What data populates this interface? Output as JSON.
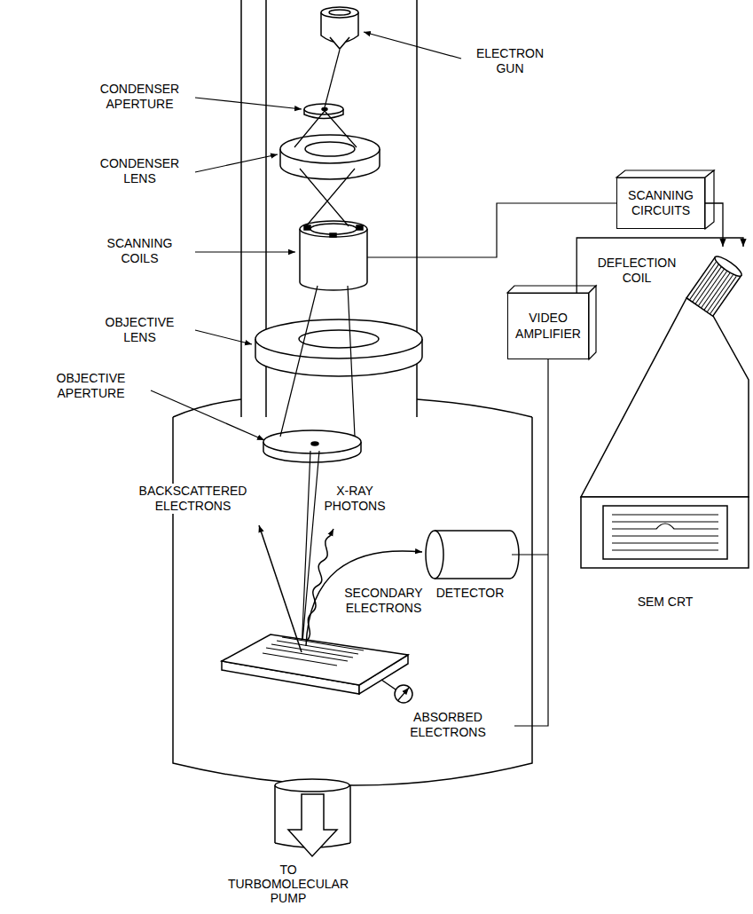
{
  "diagram": {
    "nodes": [
      {
        "text": [
          "SCANNING CIRCUITS"
        ]
      },
      {
        "text": [
          "VIDEO AMPLIFIER"
        ]
      },
      {
        "text": [
          "SEM CRT"
        ]
      }
    ],
    "edges": [
      {
        "from": 0,
        "to": 2,
        "arrow": "to"
      },
      {
        "from": 1,
        "to": 2,
        "arrow": "to"
      }
    ],
    "labels": [
      "ELECTRON GUN",
      "CONDENSER APERTURE",
      "CONDENSER LENS",
      "SCANNING COILS",
      "DEFLECTION COIL",
      "OBJECTIVE LENS",
      "OBJECTIVE APERTURE",
      "X-RAY PHOTONS",
      "BACKSCATTERED ELECTRONS",
      "DETECTOR",
      "SECONDARY ELECTRONS",
      "ABSORBED ELECTRONS",
      "TO TURBOMOLECULAR PUMP"
    ]
  }
}
